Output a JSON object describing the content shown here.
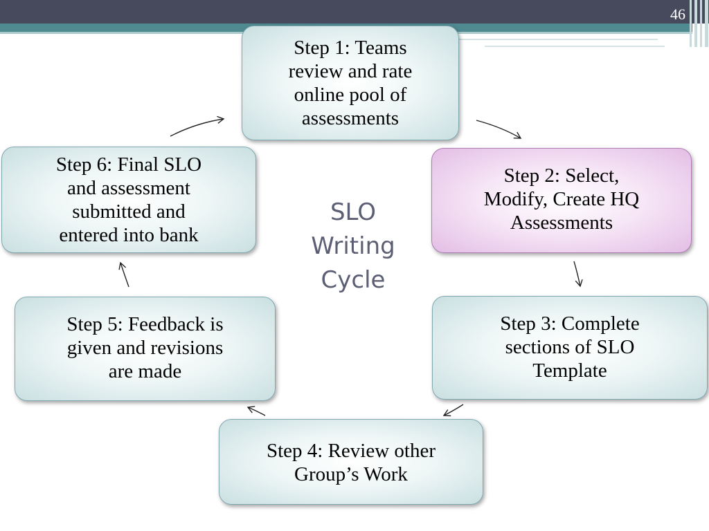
{
  "slide": {
    "number": "46"
  },
  "center_label": "SLO\nWriting\nCycle",
  "steps": [
    {
      "text": "Step 1:  Teams\nreview and rate\nonline pool of\nassessments"
    },
    {
      "text": "Step 2:  Select,\nModify, Create HQ\nAssessments"
    },
    {
      "text": "Step 3:  Complete\nsections of SLO\nTemplate"
    },
    {
      "text": "Step 4:  Review other\nGroup’s Work"
    },
    {
      "text": "Step 5:  Feedback is\ngiven and revisions\nare made"
    },
    {
      "text": "Step 6:  Final SLO\nand assessment\nsubmitted and\nentered into bank"
    }
  ],
  "colors": {
    "header": "#474a5c",
    "accent": "#4f8a90",
    "box_fill": "#c9dfe1",
    "highlight_fill": "#e3bde5",
    "center_text": "#5c5f73"
  }
}
